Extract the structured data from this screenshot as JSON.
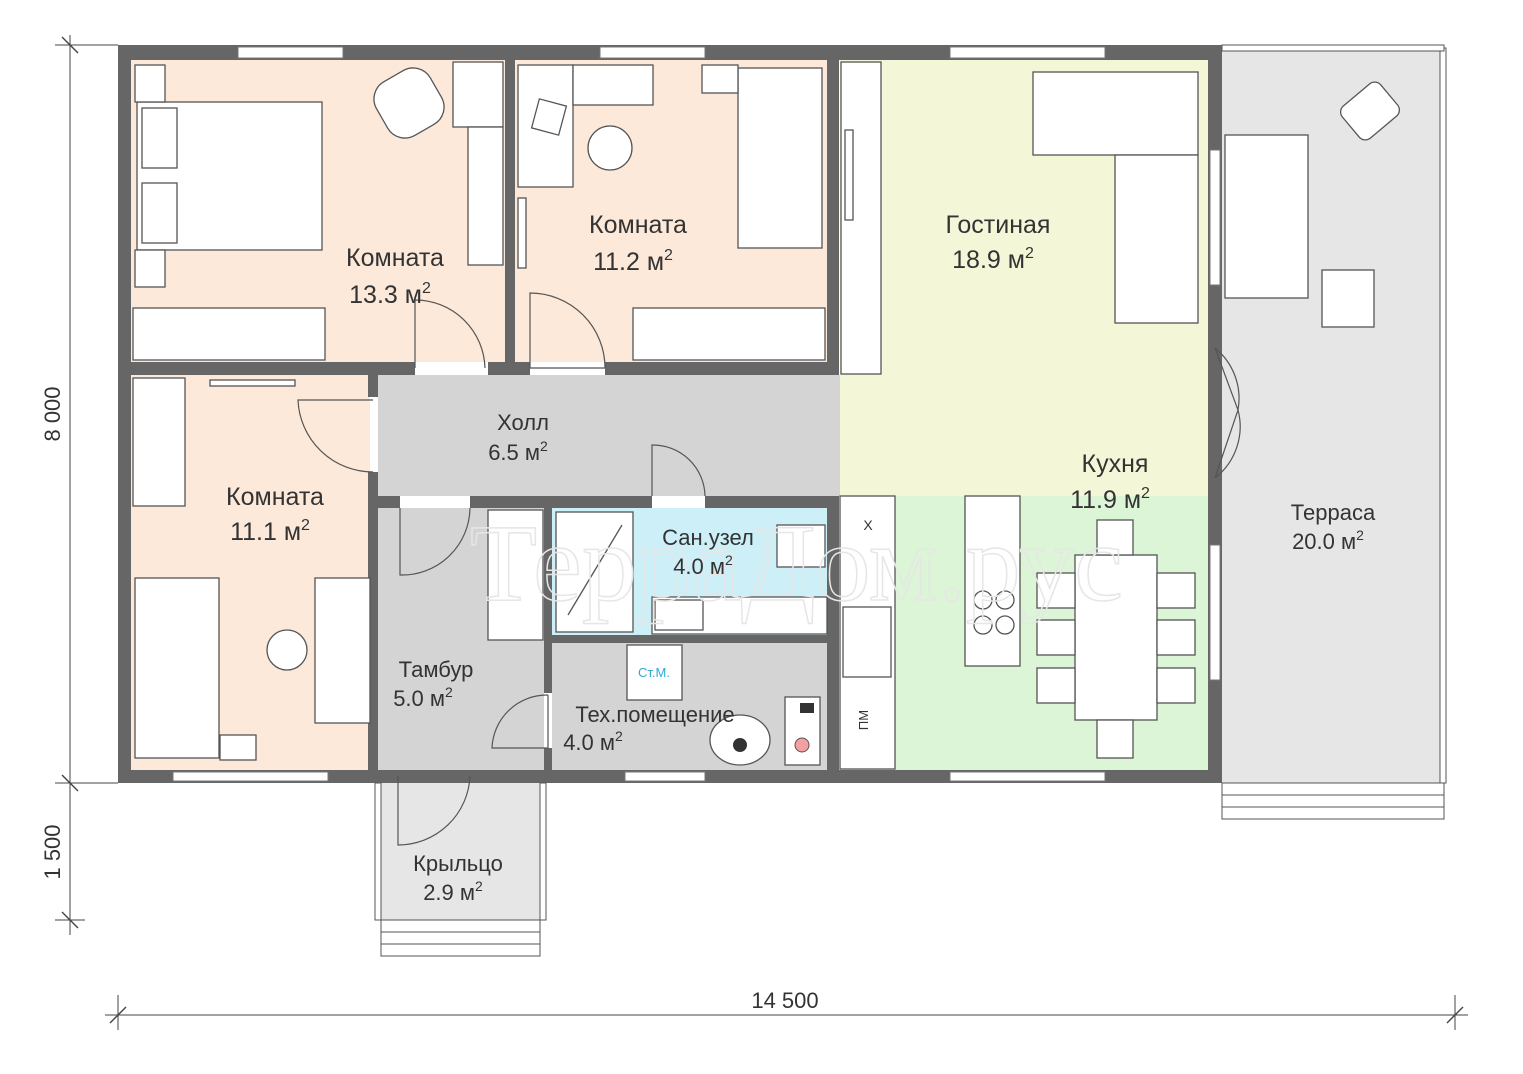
{
  "colors": {
    "wall": "#666666",
    "bedroom_fill": "#fde9da",
    "living_fill": "#f4f6d8",
    "kitchen_fill": "#dcf5d6",
    "bath_fill": "#cdeff7",
    "service_fill": "#d4d4d4",
    "terrace_fill": "#e6e6e6",
    "washer_label_color": "#2ea8d6"
  },
  "watermark": "ТерраДом.рус",
  "rooms": {
    "bedroom1": {
      "name": "Комната",
      "area": "13.3 м",
      "sup": "2"
    },
    "bedroom2": {
      "name": "Комната",
      "area": "11.2 м",
      "sup": "2"
    },
    "bedroom3": {
      "name": "Комната",
      "area": "11.1 м",
      "sup": "2"
    },
    "living": {
      "name": "Гостиная",
      "area": "18.9 м",
      "sup": "2"
    },
    "kitchen": {
      "name": "Кухня",
      "area": "11.9 м",
      "sup": "2"
    },
    "hall": {
      "name": "Холл",
      "area": "6.5 м",
      "sup": "2"
    },
    "bathroom": {
      "name": "Сан.узел",
      "area": "4.0 м",
      "sup": "2"
    },
    "vestibule": {
      "name": "Тамбур",
      "area": "5.0 м",
      "sup": "2"
    },
    "utility": {
      "name": "Тех.помещение",
      "area": "4.0 м",
      "sup": "2"
    },
    "porch": {
      "name": "Крыльцо",
      "area": "2.9 м",
      "sup": "2"
    },
    "terrace": {
      "name": "Терраса",
      "area": "20.0 м",
      "sup": "2"
    }
  },
  "labels": {
    "washer": "Ст.М.",
    "dishwasher": "ПМ",
    "fridge": "Х"
  },
  "dimensions": {
    "height_main": "8 000",
    "height_porch": "1 500",
    "width_total": "14 500"
  }
}
